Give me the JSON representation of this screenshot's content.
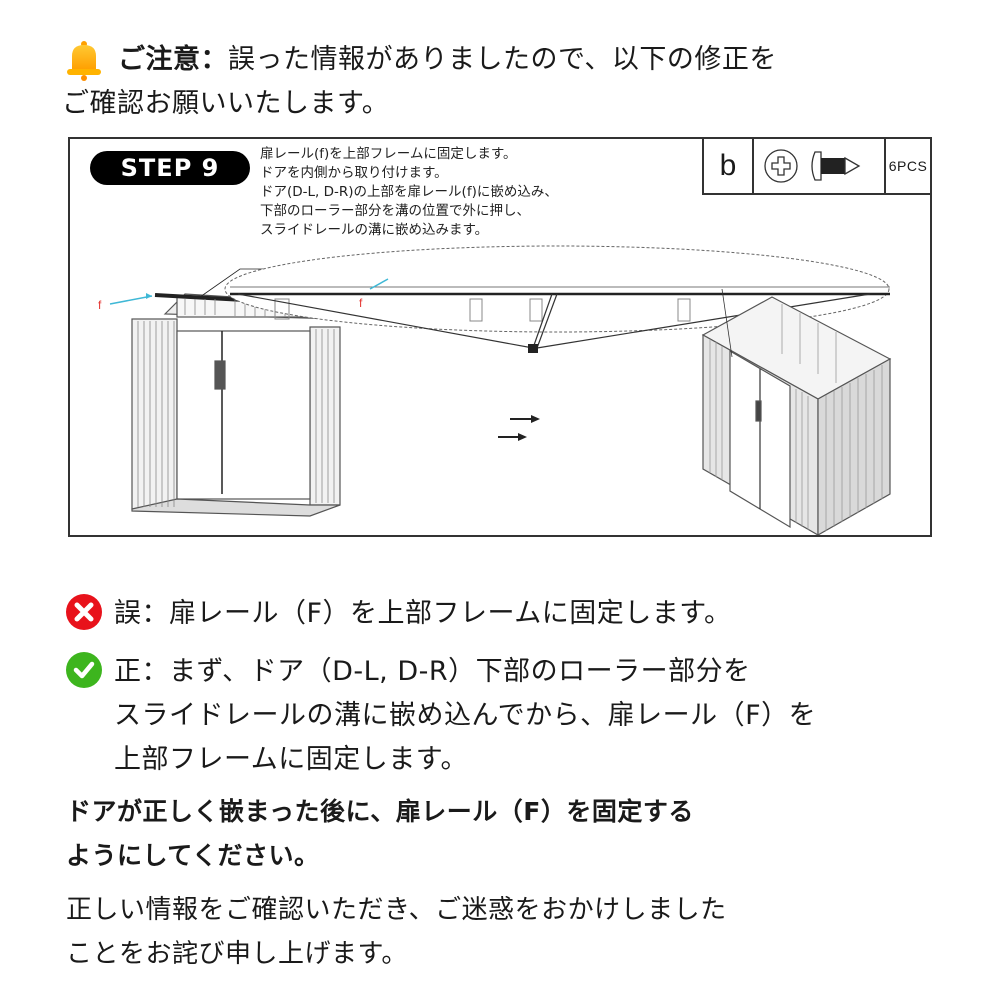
{
  "notice": {
    "icon": "bell-icon",
    "icon_color": "#FFB300",
    "label": "ご注意：",
    "line1_rest": "誤った情報がありましたので、以下の修正を",
    "line2": "ご確認お願いいたします。"
  },
  "manual": {
    "step_label": "STEP 9",
    "instructions": [
      "扉レール(f)を上部フレームに固定します。",
      "ドアを内側から取り付けます。",
      "ドア(D-L, D-R)の上部を扉レール(f)に嵌め込み、",
      "下部のローラー部分を溝の位置で外に押し、",
      "スライドレールの溝に嵌め込みます。"
    ],
    "hardware": {
      "part_letter": "b",
      "part_icon": "phillips-screw-icon",
      "quantity": "6PCS"
    },
    "callout_label_left": "f",
    "callout_label_detail": "f",
    "callout_color": "#E53935",
    "arrow_color": "#3FB8D6"
  },
  "correction": {
    "wrong": {
      "icon": "x-circle-icon",
      "color": "#E8121B",
      "text": "誤：扉レール（F）を上部フレームに固定します。"
    },
    "right": {
      "icon": "check-circle-icon",
      "color": "#3DB51E",
      "lines": [
        "正：まず、ドア（D-L, D-R）下部のローラー部分を",
        "スライドレールの溝に嵌め込んでから、扉レール（F）を",
        "上部フレームに固定します。"
      ]
    }
  },
  "emphasis": {
    "lines": [
      "ドアが正しく嵌まった後に、扉レール（F）を固定する",
      "ようにしてください。"
    ]
  },
  "closing": {
    "lines": [
      "正しい情報をご確認いただき、ご迷惑をおかけしました",
      "ことをお詫び申し上げます。"
    ]
  }
}
